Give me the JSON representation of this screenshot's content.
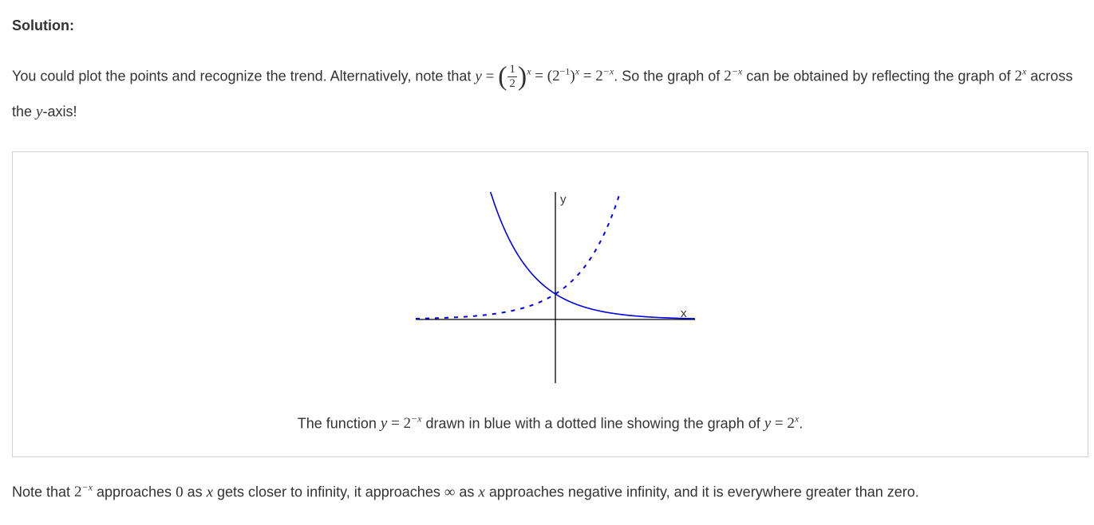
{
  "solution": {
    "heading": "Solution:",
    "para1": {
      "t1": "You could plot the points and recognize the trend. Alternatively, note that ",
      "y": "y",
      "eq": "=",
      "frac_num": "1",
      "frac_den": "2",
      "x": "x",
      "eq2": "=",
      "two": "2",
      "neg_one": "−1",
      "eq3": "=",
      "two_b": "2",
      "neg_x": "−x",
      "t2": ". So the graph of ",
      "two_c": "2",
      "neg_x_b": "−x",
      "t3": " can be obtained by reflecting the graph of ",
      "two_d": "2",
      "x_b": "x",
      "t4": " across the ",
      "y_axis": "y",
      "t5": "-axis!"
    }
  },
  "figure": {
    "x_axis_label": "x",
    "y_axis_label": "y",
    "solid_color": "#0000ee",
    "dotted_color": "#0000ee",
    "caption": {
      "t1": "The function ",
      "y": "y",
      "eq": " = ",
      "two": "2",
      "neg_x": "−x",
      "t2": " drawn in blue with a dotted line showing the graph of ",
      "y2": "y",
      "eq2": " = ",
      "two2": "2",
      "x2": "x",
      "t3": "."
    }
  },
  "chart_data": {
    "type": "line",
    "series": [
      {
        "style": "solid",
        "function": "2^(-x)"
      },
      {
        "style": "dotted",
        "function": "2^(x)"
      }
    ],
    "xlabel": "x",
    "ylabel": "y",
    "xlim": [
      -5,
      5
    ],
    "ylim": [
      -2.5,
      5
    ]
  },
  "note": {
    "t1": "Note that ",
    "two": "2",
    "neg_x": "−x",
    "t2": " approaches ",
    "zero": "0",
    "t3": " as ",
    "x1": "x",
    "t4": " gets closer to infinity, it approaches ",
    "inf": "∞",
    "t5": " as ",
    "x2": "x",
    "t6": " approaches negative infinity, and it is everywhere greater than zero."
  }
}
